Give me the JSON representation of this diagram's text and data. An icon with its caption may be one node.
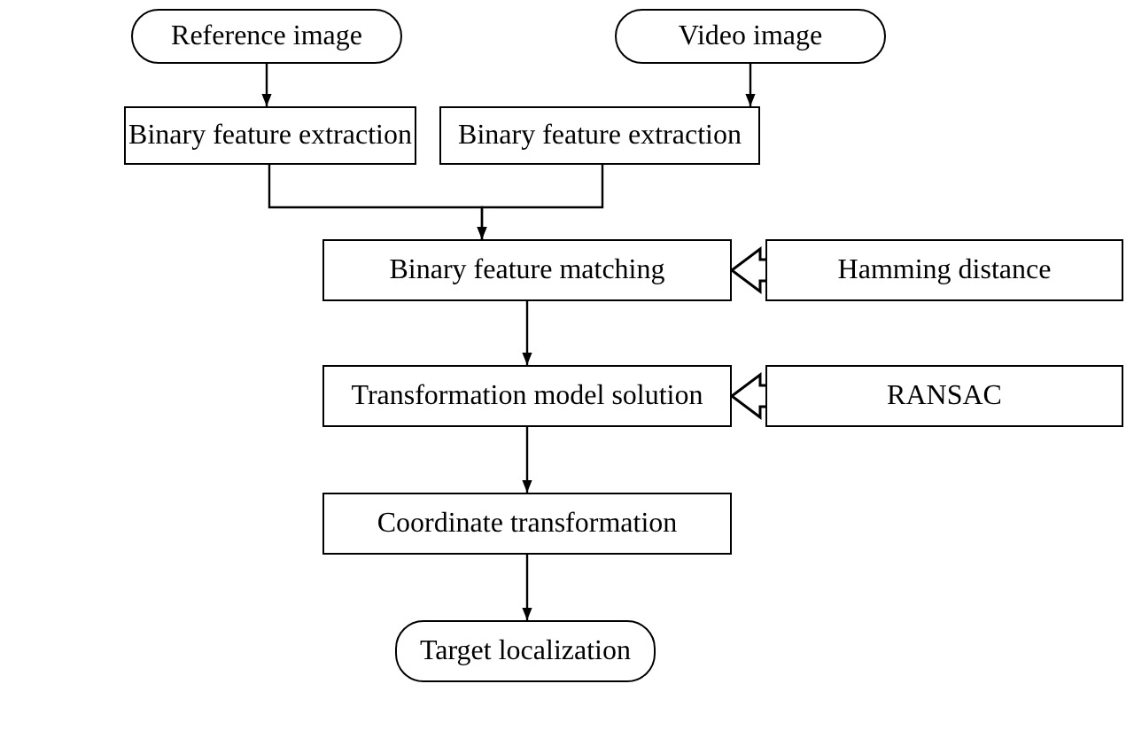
{
  "diagram": {
    "nodes": [
      {
        "text": [
          "Reference image"
        ]
      },
      {
        "text": [
          "Video image"
        ]
      },
      {
        "text": [
          "Binary feature extraction"
        ]
      },
      {
        "text": [
          "Binary feature extraction"
        ]
      },
      {
        "text": [
          "Binary feature matching"
        ]
      },
      {
        "text": [
          "Hamming distance"
        ]
      },
      {
        "text": [
          "Transformation model solution"
        ]
      },
      {
        "text": [
          "RANSAC"
        ]
      },
      {
        "text": [
          "Coordinate transformation"
        ]
      },
      {
        "text": [
          "Target localization"
        ]
      }
    ],
    "edges": [
      {
        "from": 0,
        "to": 2,
        "arrow": "to"
      },
      {
        "from": 1,
        "to": 3,
        "arrow": "to"
      },
      {
        "from": 2,
        "to": 4,
        "arrow": "to"
      },
      {
        "from": 3,
        "to": 4,
        "arrow": "to"
      },
      {
        "from": 5,
        "to": 4,
        "arrow": "to",
        "style": "thick"
      },
      {
        "from": 4,
        "to": 6,
        "arrow": "to"
      },
      {
        "from": 7,
        "to": 6,
        "arrow": "to",
        "style": "thick"
      },
      {
        "from": 6,
        "to": 8,
        "arrow": "to"
      },
      {
        "from": 8,
        "to": 9,
        "arrow": "to"
      }
    ]
  }
}
